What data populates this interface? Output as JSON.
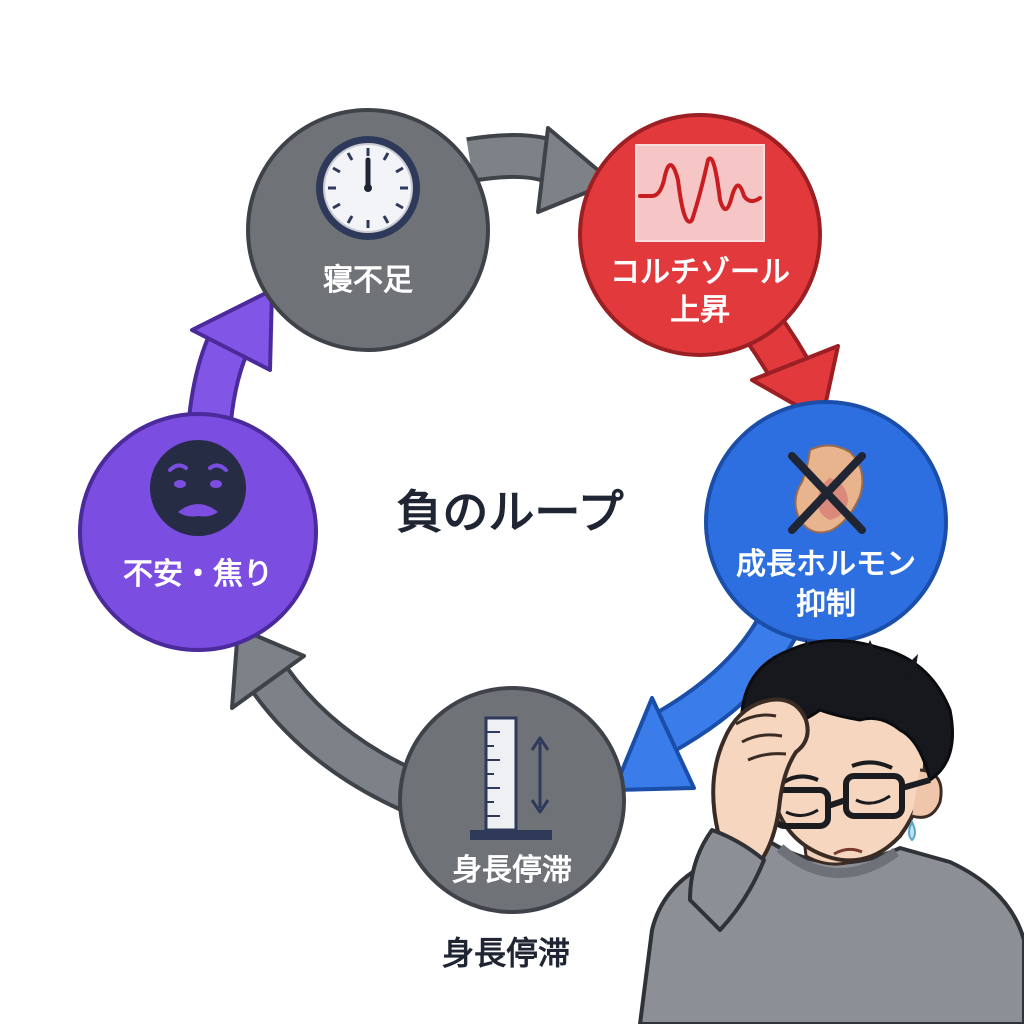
{
  "title": "負のループ",
  "nodes": {
    "sleep": {
      "label": "寝不足",
      "icon": "clock-icon",
      "color": "#6f7378"
    },
    "cortisol": {
      "label_line1": "コルチゾール",
      "label_line2": "上昇",
      "icon": "waveform-icon",
      "color": "#e2393c"
    },
    "growth_hormone": {
      "label_line1": "成長ホルモン",
      "label_line2": "抑制",
      "icon": "blocked-hormone-icon",
      "color": "#2d6fe0"
    },
    "height": {
      "label": "身長停滞",
      "icon": "height-ruler-icon",
      "color": "#6f7378"
    },
    "anxiety": {
      "label": "不安・焦り",
      "icon": "worried-face-icon",
      "color": "#7b4de0"
    }
  },
  "caption": "身長停滞",
  "illustration": "stressed-man-icon"
}
